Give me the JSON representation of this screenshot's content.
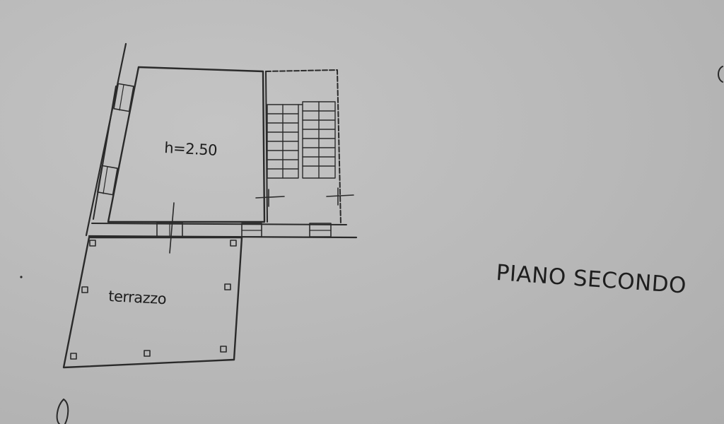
{
  "drawing": {
    "floor_label": "PIANO SECONDO",
    "rooms": [
      {
        "label": "h=2.50"
      },
      {
        "label": "terrazzo"
      }
    ]
  },
  "colors": {
    "paper": "#b9b9b9",
    "ink": "#2a2a2a"
  }
}
